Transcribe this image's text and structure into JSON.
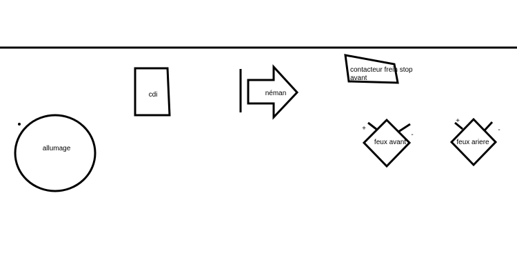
{
  "diagram": {
    "components": {
      "allumage": {
        "label": "allumage"
      },
      "cdi": {
        "label": "cdi"
      },
      "neman": {
        "label": "néman"
      },
      "contacteur": {
        "label_line1": "contacteur frein stop",
        "label_line2": "avant"
      },
      "feux_avant": {
        "label": "feux avant",
        "plus": "+",
        "minus": "-"
      },
      "feux_arriere": {
        "label": "feux ariere",
        "plus": "+",
        "minus": "-"
      }
    },
    "colors": {
      "stroke": "#000000",
      "background": "#ffffff"
    }
  }
}
